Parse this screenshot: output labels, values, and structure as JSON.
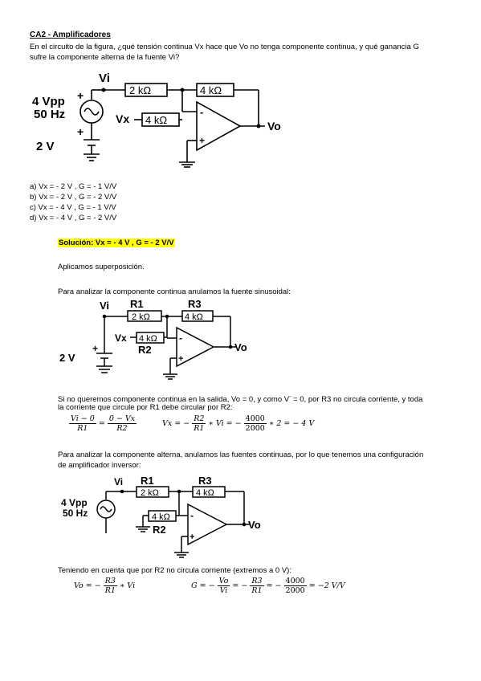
{
  "doc": {
    "title": "CA2 - Amplificadores",
    "question_line1": "En el circuito de la figura, ¿qué tensión continua Vx hace que Vo no tenga componente continua, y qué ganancia G",
    "question_line2": "sufre la componente alterna de la fuente Vi?",
    "options": [
      "a) Vx = - 2 V  ,  G = - 1 V/V",
      "b) Vx = - 2 V  ,  G = - 2 V/V",
      "c) Vx = - 4 V  ,  G = - 1 V/V",
      "d) Vx = - 4 V  ,  G = - 2 V/V"
    ],
    "solution": "Solución: Vx = - 4 V  ,  G = - 2 V/V",
    "superposition": "Aplicamos superposición.",
    "dc_intro": "Para analizar la componente continua anulamos la fuente sinusoidal:",
    "dc_text_line1a": "Si no queremos componente continua en la salida, Vo = 0, y como V",
    "dc_text_line1b": "= 0, por R3 no circula corriente, y toda",
    "dc_text_sup": "-",
    "dc_text_line2": "la corriente que circule por R1 debe circular por R2:",
    "ac_intro_line1": "Para analizar la componente alterna, anulamos las fuentes continuas, por lo que tenemos una configuración",
    "ac_intro_line2": "de amplificador inversor:",
    "ac_text": "Teniendo en cuenta que por R2 no circula corriente (extremos a 0 V):"
  },
  "equations": {
    "eq1_num_left": "Vi − 0",
    "eq1_den_left": "R1",
    "eq1_eq": "=",
    "eq1_num_right": "0 − Vx",
    "eq1_den_right": "R2",
    "eq2_lhs": "Vx = −",
    "eq2_num": "R2",
    "eq2_den": "R1",
    "eq2_mid": "∗ Vi = −",
    "eq2_num2": "4000",
    "eq2_den2": "2000",
    "eq2_tail": "∗ 2 = − 4 V",
    "eq3_lhs": "Vo = −",
    "eq3_num": "R3",
    "eq3_den": "R1",
    "eq3_tail": "∗ Vi",
    "eq4_lhs": "G = −",
    "eq4_num": "Vo",
    "eq4_den": "Vi",
    "eq4_eq1": "= −",
    "eq4_num2": "R3",
    "eq4_den2": "R1",
    "eq4_eq2": "= −",
    "eq4_num3": "4000",
    "eq4_den3": "2000",
    "eq4_tail": "= −2 V/V"
  },
  "circuit1": {
    "vi": "Vi",
    "r1": "2 kΩ",
    "r3": "4 kΩ",
    "r2": "4 kΩ",
    "vx": "Vx",
    "vpp": "4 Vpp",
    "hz": "50 Hz",
    "dc": "2 V",
    "plus1": "+",
    "plus2": "+",
    "minus": "-",
    "plus_in": "+",
    "vo": "Vo"
  },
  "circuit2": {
    "vi": "Vi",
    "r1_name": "R1",
    "r3_name": "R3",
    "r2_name": "R2",
    "r1": "2 kΩ",
    "r3": "4 kΩ",
    "r2": "4 kΩ",
    "vx": "Vx",
    "dc": "2 V",
    "plus": "+",
    "minus": "-",
    "plus_in": "+",
    "vo": "Vo"
  },
  "circuit3": {
    "vi": "Vi",
    "r1_name": "R1",
    "r3_name": "R3",
    "r2_name": "R2",
    "r1": "2 kΩ",
    "r3": "4 kΩ",
    "r2": "4 kΩ",
    "vpp": "4 Vpp",
    "hz": "50 Hz",
    "minus": "-",
    "plus_in": "+",
    "vo": "Vo"
  }
}
